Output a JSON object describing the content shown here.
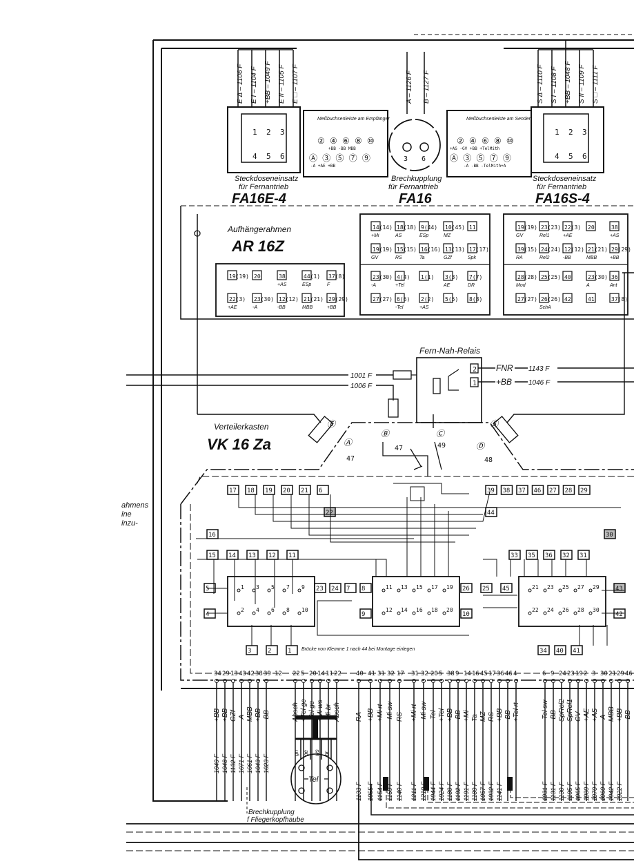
{
  "top_left_wires": [
    "E Δ – 1106 F",
    "E I – 1104 F",
    "+BB – 1049 F",
    "E II – 1105 F",
    "E □ – 1107 F"
  ],
  "top_mid_wires": [
    "A – 1126 F",
    "B – 1127 F"
  ],
  "top_right_wires": [
    "S Δ – 1110 F",
    "S I – 1108 F",
    "+BB – 1048 F",
    "S II – 1109 F",
    "S □ – 1111 F"
  ],
  "mess_empf": {
    "title": "Meßbuchsenleiste am Empfänger",
    "row1": "② ④ ⑥ ⑧ ⑩",
    "row1_sub": "+BB  -BB  MBB",
    "row2": "Ⓐ ③ ⑤ ⑦ ⑨",
    "row2_sub": "-A   +AE  +BB"
  },
  "mess_send": {
    "title": "Meßbuchsenleiste am Sender",
    "row1": "② ④ ⑥ ⑧ ⑩",
    "row1_sub": "+AS -GV +BB  +TelMith",
    "row2": "Ⓐ ③ ⑤ ⑦ ⑨",
    "row2_sub": "-A    -BB -TelMith+A"
  },
  "stecker_left": {
    "pins": [
      "1",
      "2",
      "3",
      "4",
      "5",
      "6"
    ],
    "caption1": "Steckdoseneinsatz",
    "caption2": "für Fernantrieb",
    "name": "FA16E-4"
  },
  "brech": {
    "pins": [
      "3",
      "6"
    ],
    "caption1": "Brechkupplung",
    "caption2": "für Fernantrieb",
    "name": "FA16"
  },
  "stecker_right": {
    "pins": [
      "1",
      "2",
      "3",
      "4",
      "5",
      "6"
    ],
    "caption1": "Steckdoseneinsatz",
    "caption2": "für Fernantrieb",
    "name": "FA16S-4"
  },
  "ar": {
    "label": "Aufhängerahmen",
    "name": "AR 16Z",
    "row1": [
      "19(19)",
      "20",
      "38",
      "44(1)",
      "37(8)"
    ],
    "row1_sub": [
      "",
      "",
      "+AS",
      "ESp",
      "F"
    ],
    "row2": [
      "22(3)",
      "23(30)",
      "12(12)",
      "21(21)",
      "29(29)"
    ],
    "row2_sub": [
      "+AE",
      "-A",
      "-BB",
      "MBB",
      "+BB"
    ]
  },
  "mid_block": {
    "row1": [
      "14(14)",
      "18(18)",
      "9(44)",
      "10(45)",
      "11"
    ],
    "row1_sub": [
      "+Mi",
      "AS",
      "ESp",
      "MZ",
      ""
    ],
    "row2": [
      "19(19)",
      "15(15)",
      "16(16)",
      "13(13)",
      "17(17)"
    ],
    "row2_sub": [
      "GV",
      "RS",
      "Ta",
      "GZf",
      "Spk"
    ],
    "row3": [
      "23(30)",
      "4(4)",
      "1(1)",
      "3(3)",
      "7(7)"
    ],
    "row3_sub": [
      "-A",
      "+Tel",
      "",
      "AE",
      "DR"
    ],
    "row4": [
      "27(27)",
      "6(6)",
      "2(2)",
      "5(5)",
      "8(8)"
    ],
    "row4_sub": [
      "",
      "-Tel",
      "+AS",
      "",
      ""
    ]
  },
  "right_block": {
    "row1": [
      "19(19)",
      "23(23)",
      "22(3)",
      "20",
      "38"
    ],
    "row1_sub": [
      "GV",
      "Rel1",
      "+AE",
      "",
      "+AS"
    ],
    "row2": [
      "39(15)",
      "24(24)",
      "12(12)",
      "21(21)",
      "29(29)"
    ],
    "row2_sub": [
      "RA",
      "Rel2",
      "-BB",
      "MBB",
      "+BB"
    ],
    "row3": [
      "28(28)",
      "25(25)",
      "40",
      "23(30)",
      "36"
    ],
    "row3_sub": [
      "Mod",
      "",
      "",
      "A",
      "Ant"
    ],
    "row4": [
      "27(27)",
      "26(26)",
      "42",
      "41",
      "37(8)"
    ],
    "row4_sub": [
      "",
      "SchA",
      "",
      "",
      ""
    ]
  },
  "relais": {
    "title": "Fern-Nah-Relais",
    "w1": "FNR",
    "w1_num": "1143 F",
    "w2": "+BB",
    "w2_num": "1046 F",
    "pin1": "2",
    "pin2": "1"
  },
  "feed_wires": [
    "1001 F",
    "1006 F"
  ],
  "vk": {
    "label": "Verteilerkasten",
    "name": "VK 16 Za",
    "marks": [
      "Ⓐ",
      "Ⓑ",
      "Ⓒ",
      "Ⓓ",
      "Ⓔ",
      "Ⓢ"
    ],
    "nums": [
      "47",
      "47",
      "49",
      "48"
    ]
  },
  "side_text": [
    "ahmens",
    "ine",
    "inzu-"
  ],
  "terminals_top": [
    "17",
    "18",
    "19",
    "20",
    "21",
    "6"
  ],
  "terminal_22": "22",
  "terminals_top_right": [
    "39",
    "38",
    "37",
    "46",
    "27",
    "28",
    "29"
  ],
  "terminal_44": "44",
  "terminal_16": "16",
  "terminals_mid_left": [
    "15",
    "14",
    "13",
    "12",
    "11"
  ],
  "terminals_mid_right": [
    "33",
    "35",
    "36",
    "32",
    "31"
  ],
  "terminal_30": "30",
  "terminal_5": "5",
  "terminal_4": "4",
  "terminals_center": [
    "23",
    "24",
    "7",
    "8"
  ],
  "terminal_9": "9",
  "terminal_10": "10",
  "terminals_rc": [
    "26",
    "25",
    "45"
  ],
  "terminal_43": "43",
  "terminal_42": "42",
  "terminals_bottom_left": [
    "3",
    "2",
    "1"
  ],
  "bruecke": "Brücke von Klemme 1 nach 44 bei Montage einlegen",
  "terminals_bottom_right": [
    "34",
    "40",
    "41"
  ],
  "relay_left_pins": [
    "1",
    "2",
    "3",
    "4",
    "5",
    "6",
    "7",
    "8",
    "9",
    "10"
  ],
  "relay_mid_pins": [
    "11",
    "12",
    "13",
    "14",
    "15",
    "16",
    "17",
    "18",
    "19",
    "20"
  ],
  "relay_right_pins": [
    "21",
    "22",
    "23",
    "24",
    "25",
    "26",
    "27",
    "28",
    "29",
    "30"
  ],
  "bottom_nums_a": [
    "34",
    "29",
    "13",
    "43",
    "42",
    "38",
    "39",
    "12"
  ],
  "bottom_nums_b": [
    "22",
    "5",
    "20",
    "14",
    "11",
    "22"
  ],
  "bottom_nums_c": [
    "40",
    "41",
    "31",
    "32",
    "17",
    "31",
    "32",
    "20",
    "5",
    "38",
    "9",
    "14",
    "16",
    "45",
    "17",
    "36",
    "46",
    "4"
  ],
  "bottom_nums_d": [
    "6",
    "9",
    "24",
    "23",
    "19",
    "2",
    "3",
    "30",
    "21",
    "29",
    "46"
  ],
  "sig_a": [
    "+BB",
    "+BB",
    "GZf",
    "-A",
    "MBB",
    "+BB",
    "-BB"
  ],
  "sig_b": [
    "Absch",
    "+Tel ge",
    "-Tel ge",
    "+Mi ws",
    "-Mi br",
    "Absch"
  ],
  "sig_c": [
    "RA",
    "+BB",
    "+Mi rt",
    "-Mi sw",
    "RS",
    "+Mi rt",
    "-Mi sw",
    "-Tel",
    "+Tel",
    "+BB",
    "-BB",
    "+Mi",
    "Ta",
    "MZ",
    "RS",
    "+BB",
    "-BB",
    "+Tel rt"
  ],
  "sig_d": [
    "-Tel sw",
    "-BB",
    "SpRel2",
    "SpRel1",
    "GV",
    "+AE",
    "+AS",
    "-A",
    "MBB",
    "+BB",
    "-BB"
  ],
  "nums_a": [
    "1049 F",
    "1048 F",
    "1132 F",
    "1071 F",
    "1061 F",
    "1043 F",
    "1023 F"
  ],
  "nums_c": [
    "1133 F",
    "1055 F",
    "1154 F",
    "1159 F",
    "1140 F",
    "1211 F",
    "1210 F",
    "1044 F",
    "1024 F",
    "1180 F",
    "1192 F",
    "1191 F",
    "1189 F",
    "1057 F",
    "1032 F",
    "1141 F"
  ],
  "nums_d": [
    "1031 F",
    "1131 F",
    "1130 F",
    "1195 F",
    "1065 F",
    "1080 F",
    "1070 F",
    "1060 F",
    "1042 F",
    "1022 F"
  ],
  "headset": {
    "wires": [
      "gn",
      "ge",
      "ws",
      "br"
    ],
    "tel": "Tel",
    "caption1": "Brechkupplung",
    "caption2": "f Fliegerkopfhaube"
  }
}
